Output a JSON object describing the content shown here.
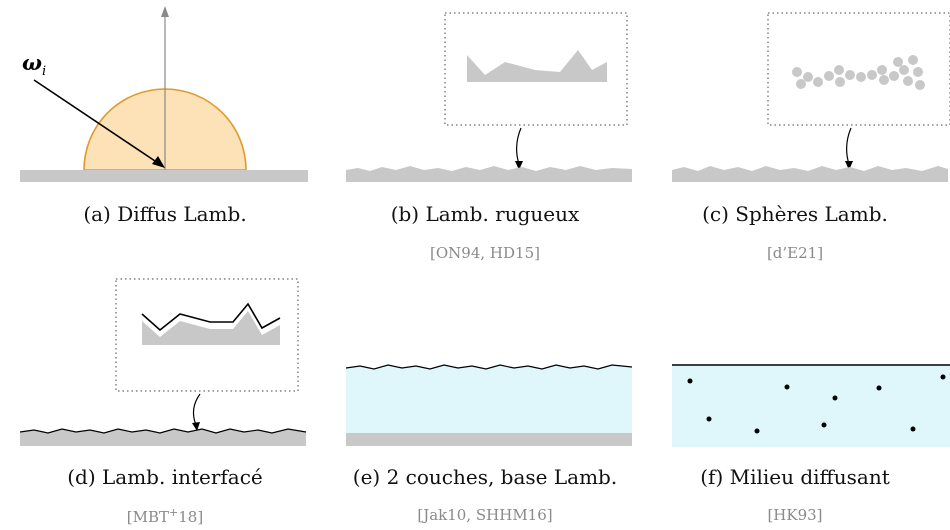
{
  "panels": [
    {
      "id": "a",
      "caption": "(a) Diffus Lamb.",
      "citation": "",
      "vector_label": "ω",
      "vector_sub": "i"
    },
    {
      "id": "b",
      "caption": "(b) Lamb. rugueux",
      "citation": "[ON94, HD15]"
    },
    {
      "id": "c",
      "caption": "(c) Sphères Lamb.",
      "citation": "[d’E21]"
    },
    {
      "id": "d",
      "caption": "(d) Lamb. interfacé",
      "citation": "[MBT+18]"
    },
    {
      "id": "e",
      "caption": "(e) 2 couches, base Lamb.",
      "citation": "[Jak10, SHHM16]"
    },
    {
      "id": "f",
      "caption": "(f) Milieu diffusant",
      "citation": "[HK93]"
    }
  ],
  "colors": {
    "surface_gray": "#c8c8c8",
    "hemisphere_fill": "#fde2b8",
    "hemisphere_stroke": "#e09a2a",
    "medium_fill": "#dff6fb",
    "citation": "#8a8a8a"
  }
}
